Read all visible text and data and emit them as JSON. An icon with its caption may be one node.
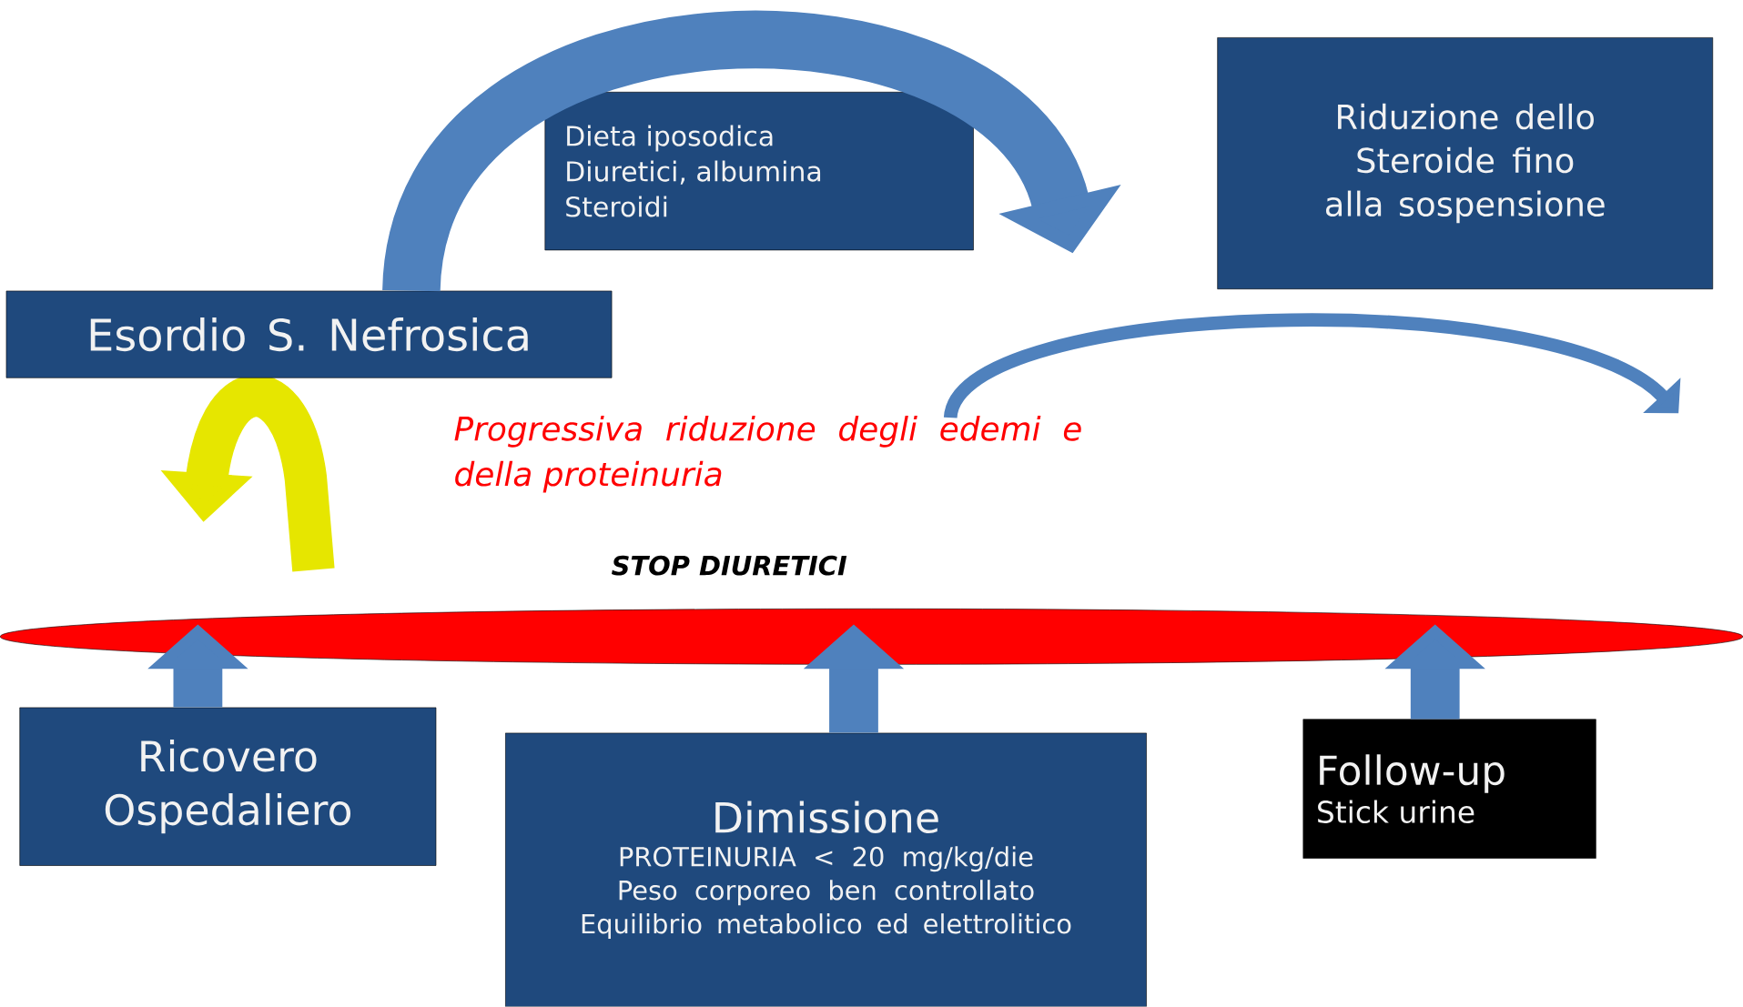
{
  "diagram": {
    "nodes": [
      {
        "text": [
          "Esordio S. Nefrosica"
        ]
      },
      {
        "text": [
          "Dieta iposodica",
          "Diuretici, albumina",
          "Steroidi"
        ]
      },
      {
        "text": [
          "Riduzione dello Steroide fino alla sospensione"
        ]
      },
      {
        "text": [],
        "shape": "ellipse"
      },
      {
        "text": [
          "Ricovero Ospedaliero"
        ]
      },
      {
        "text": [
          "Dimissione",
          "PROTEINURIA < 20 mg/kg/die",
          "Peso corporeo ben controllato",
          "Equilibrio metabolico ed elettrolitico"
        ]
      },
      {
        "text": [
          "Follow-up",
          "Stick urine"
        ]
      }
    ],
    "edges": [
      {
        "from": 0,
        "to": null,
        "arrow": "to"
      },
      {
        "from": 4,
        "to": 3,
        "arrow": "to"
      },
      {
        "from": 5,
        "to": 3,
        "arrow": "to"
      },
      {
        "from": 6,
        "to": 3,
        "arrow": "to"
      }
    ],
    "labels": [
      "Progressiva riduzione degli edemi e della proteinuria",
      "STOP DIURETICI"
    ]
  }
}
